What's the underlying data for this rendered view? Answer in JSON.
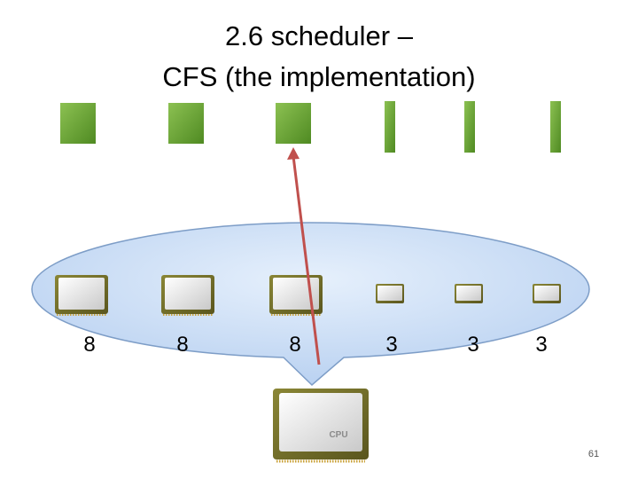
{
  "slide": {
    "title_line1": "2.6 scheduler –",
    "title_line2": "CFS (the implementation)",
    "page_number": "61"
  },
  "tasks": [
    {
      "weight": "8",
      "size": "large"
    },
    {
      "weight": "8",
      "size": "large"
    },
    {
      "weight": "8",
      "size": "large"
    },
    {
      "weight": "3",
      "size": "small"
    },
    {
      "weight": "3",
      "size": "small"
    },
    {
      "weight": "3",
      "size": "small"
    }
  ],
  "cpu_label": "CPU",
  "colors": {
    "timeslice_green": "#6aa832",
    "bubble_fill": "#c5daf5",
    "bubble_stroke": "#7d9dc7",
    "arrow_red": "#c0504d",
    "chip_olive": "#6e6a28"
  }
}
